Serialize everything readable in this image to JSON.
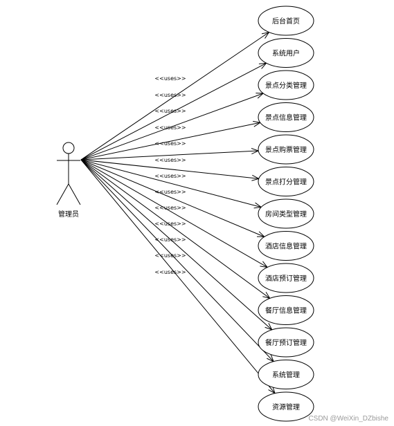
{
  "actor": {
    "label": "管理员"
  },
  "use_cases": [
    "后台首页",
    "系统用户",
    "景点分类管理",
    "景点信息管理",
    "景点购票管理",
    "景点打分管理",
    "房间类型管理",
    "酒店信息管理",
    "酒店预订管理",
    "餐厅信息管理",
    "餐厅预订管理",
    "系统管理",
    "资源管理"
  ],
  "relation_label": "<<uses>>",
  "watermark": "CSDN @WeiXin_DZbishe",
  "colors": {
    "stroke": "#000000",
    "fill": "#ffffff",
    "watermark": "#9a9a9a"
  }
}
